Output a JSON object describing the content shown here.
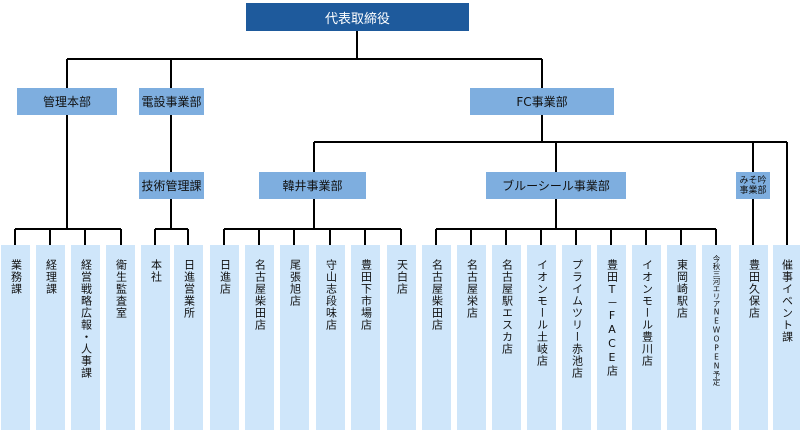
{
  "org": {
    "ceo": "代表取締役",
    "kanri": "管理本部",
    "densetsu": "電設事業部",
    "gijutsu": "技術管理課",
    "fc": "FC事業部",
    "kanai": "韓井事業部",
    "bluesil": "ブルーシール事業部",
    "misosaki_line1": "みそ吟",
    "misosaki_line2": "事業部",
    "leaves": [
      "業務課",
      "経理課",
      "経営戦略広報・人事課",
      "衛生監査室",
      "本社",
      "日進営業所",
      "日進店",
      "名古屋柴田店",
      "尾張旭店",
      "守山志段味店",
      "豊田下市場店",
      "天白店",
      "名古屋柴田店",
      "名古屋栄店",
      "名古屋駅エスカ店",
      "イオンモール土岐店",
      "プライムツリー赤池店",
      "豊田T－FACE店",
      "イオンモール豊川店",
      "東岡崎駅店",
      "今秋三河エリアNEWOPEN予定",
      "豊田久保店",
      "催事イベント課"
    ]
  }
}
